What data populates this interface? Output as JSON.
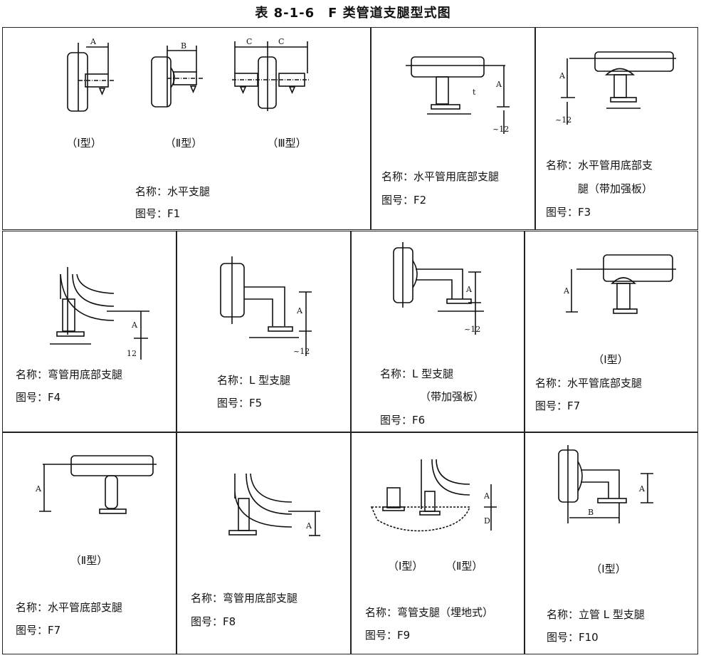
{
  "title": "表 8-1-6　F 类管道支腿型式图",
  "cells": {
    "F1": {
      "types": [
        "（Ⅰ型）",
        "（Ⅱ型）",
        "（Ⅲ型）"
      ],
      "name": "名称：水平支腿",
      "figure": "图号：F1",
      "dims": [
        "A",
        "B",
        "C",
        "C"
      ]
    },
    "F2": {
      "name": "名称：水平管用底部支腿",
      "figure": "图号：F2",
      "dims": [
        "A",
        "t",
        "~12"
      ]
    },
    "F3": {
      "name": "名称：水平管用底部支",
      "name2": "腿（带加强板）",
      "figure": "图号：F3",
      "dims": [
        "A",
        "~12"
      ]
    },
    "F4": {
      "name": "名称：弯管用底部支腿",
      "figure": "图号：F4",
      "dims": [
        "A",
        "12"
      ]
    },
    "F5": {
      "name": "名称：L 型支腿",
      "figure": "图号：F5",
      "dims": [
        "A",
        "~12"
      ]
    },
    "F6": {
      "name": "名称：L 型支腿",
      "name2": "（带加强板）",
      "figure": "图号：F6",
      "dims": [
        "A",
        "~12"
      ]
    },
    "F7a": {
      "type": "（Ⅰ型）",
      "name": "名称：水平管底部支腿",
      "figure": "图号：F7",
      "dims": [
        "A"
      ]
    },
    "F7b": {
      "type": "（Ⅱ型）",
      "name": "名称：水平管底部支腿",
      "figure": "图号：F7",
      "dims": [
        "A"
      ]
    },
    "F8": {
      "name": "名称：弯管用底部支腿",
      "figure": "图号：F8",
      "dims": [
        "A"
      ]
    },
    "F9": {
      "types": [
        "（Ⅰ型）",
        "（Ⅱ型）"
      ],
      "name": "名称：弯管支腿（埋地式）",
      "figure": "图号：F9",
      "dims": [
        "A",
        "D"
      ]
    },
    "F10": {
      "type": "（Ⅰ型）",
      "name": "名称：立管 L 型支腿",
      "figure": "图号：F10",
      "dims": [
        "A",
        "B"
      ]
    }
  }
}
